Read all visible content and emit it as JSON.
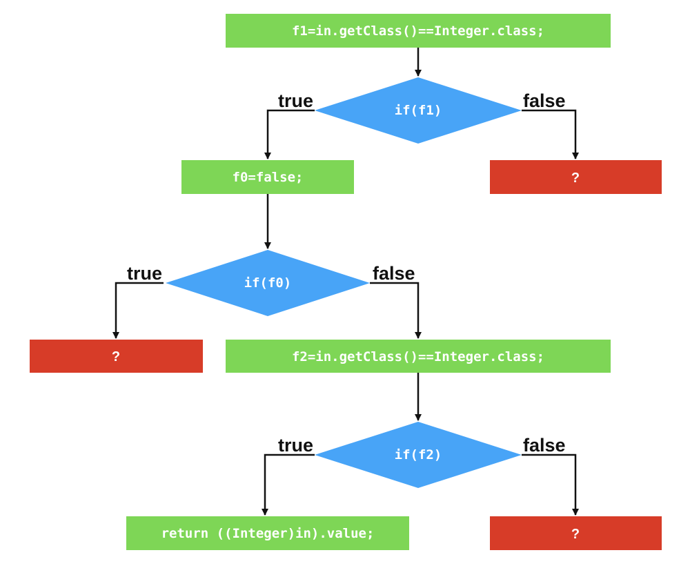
{
  "colors": {
    "statement": "#7ed656",
    "decision": "#48a4f7",
    "unknown": "#d73c28",
    "line": "#111111"
  },
  "nodes": {
    "assign_f1": "f1=in.getClass()==Integer.class;",
    "if_f1": "if(f1)",
    "assign_f0": "f0=false;",
    "unknown_f1_false": "?",
    "if_f0": "if(f0)",
    "unknown_f0_true": "?",
    "assign_f2": "f2=in.getClass()==Integer.class;",
    "if_f2": "if(f2)",
    "return_value": "return ((Integer)in).value;",
    "unknown_f2_false": "?"
  },
  "branches": {
    "f1_true": "true",
    "f1_false": "false",
    "f0_true": "true",
    "f0_false": "false",
    "f2_true": "true",
    "f2_false": "false"
  }
}
